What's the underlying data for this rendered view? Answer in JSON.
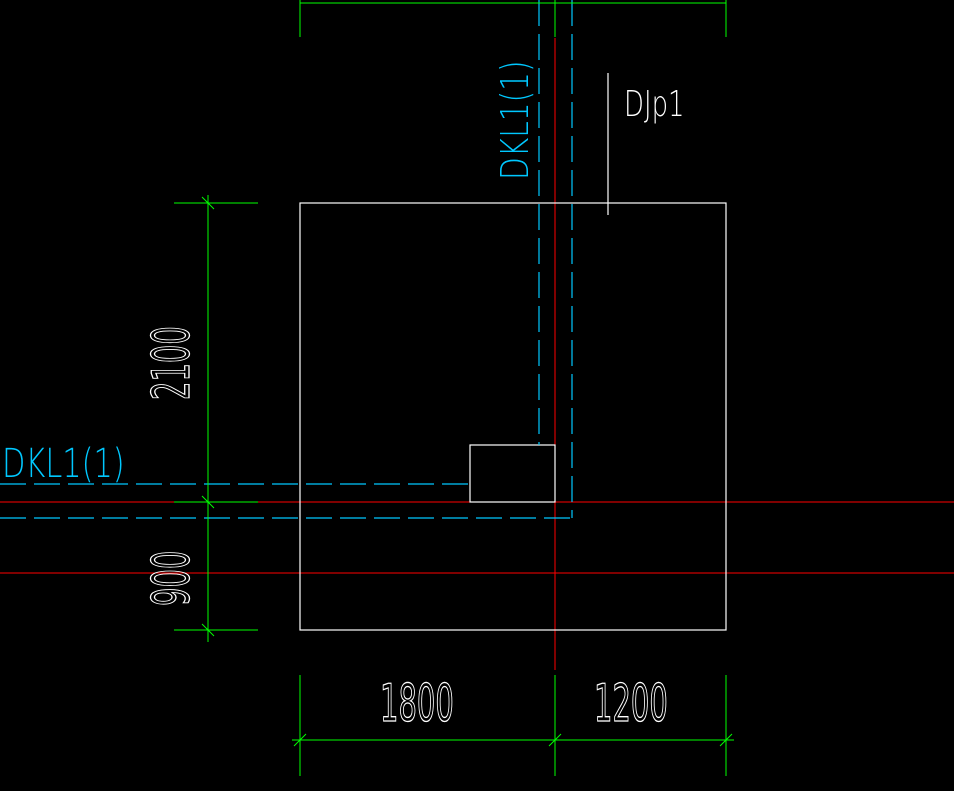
{
  "drawing": {
    "background": "#000000",
    "colors": {
      "axis_line": "#ff0000",
      "beam_dashed": "#00c8ff",
      "dimension": "#00ff00",
      "outline": "#ffffff"
    },
    "labels": {
      "foundation_tag": "DJp1",
      "beam_vertical_tag": "DKL1(1)",
      "beam_horizontal_tag": "DKL1(1)"
    },
    "dimensions": {
      "vertical_upper": "2100",
      "vertical_lower": "900",
      "horizontal_left": "1800",
      "horizontal_right": "1200"
    }
  }
}
